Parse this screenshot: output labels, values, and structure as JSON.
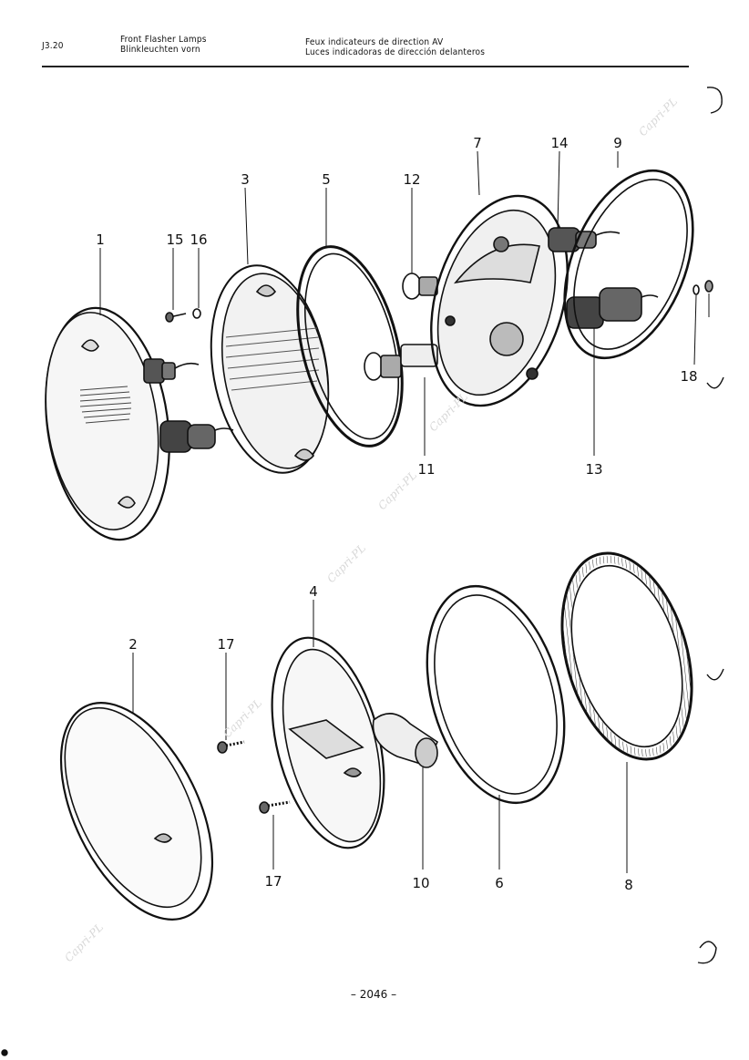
{
  "header": {
    "code": "J3.20",
    "title_en": "Front Flasher Lamps",
    "title_de": "Blinkleuchten vorn",
    "title_fr": "Feux indicateurs de direction AV",
    "title_es": "Luces indicadoras de dirección delanteros"
  },
  "callouts": {
    "c1": "1",
    "c2": "2",
    "c3": "3",
    "c4": "4",
    "c5": "5",
    "c6": "6",
    "c7": "7",
    "c8": "8",
    "c9": "9",
    "c10": "10",
    "c11": "11",
    "c12": "12",
    "c13": "13",
    "c14": "14",
    "c15": "15",
    "c16": "16",
    "c17a": "17",
    "c17b": "17",
    "c18": "18"
  },
  "watermark": "Capri-PL",
  "footer": {
    "page_number": "– 2046 –"
  }
}
